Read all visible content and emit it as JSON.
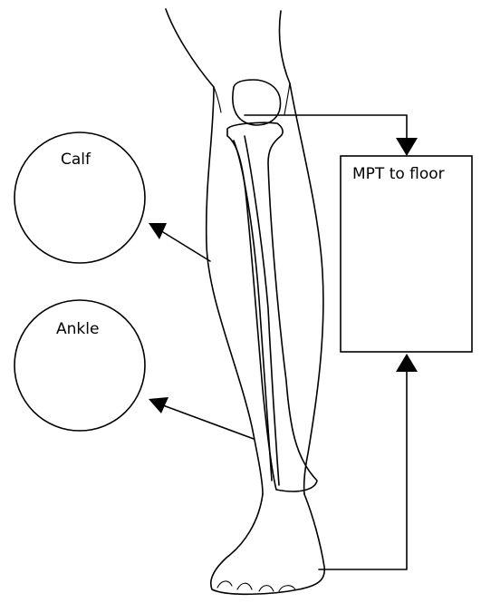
{
  "labels": {
    "calf": "Calf",
    "ankle": "Ankle",
    "measurement_box": "MPT to floor"
  }
}
